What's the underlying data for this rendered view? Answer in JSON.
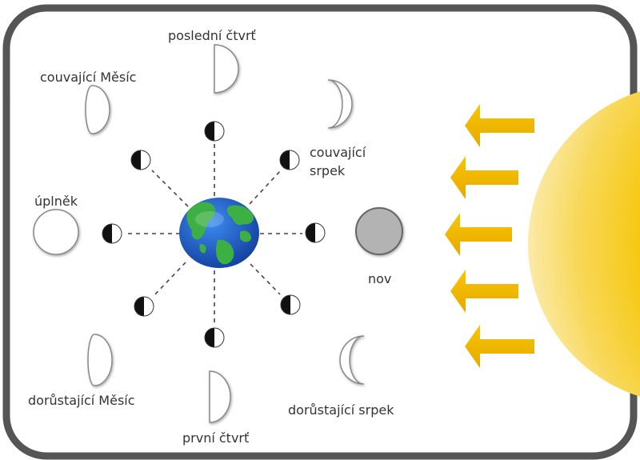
{
  "labels": {
    "last_quarter": "poslední čtvrť",
    "waning_gibbous": "couvající Měsíc",
    "waning_crescent_line1": "couvající",
    "waning_crescent_line2": "srpek",
    "full_moon": "úplněk",
    "new_moon": "nov",
    "waxing_gibbous": "dorůstající Měsíc",
    "waxing_crescent": "dorůstající srpek",
    "first_quarter": "první čtvrť"
  },
  "colors": {
    "frame": "#555555",
    "sun": "#f5c000",
    "arrow": "#f0b800",
    "earth_ocean": "#1f5fd0",
    "earth_land": "#3cb043",
    "new_moon_fill": "#b3b3b3",
    "orbit_line": "#444444"
  },
  "icons": [
    "earth-icon",
    "sun-icon",
    "sunlight-arrow-icon",
    "orbit-moon-icon"
  ]
}
